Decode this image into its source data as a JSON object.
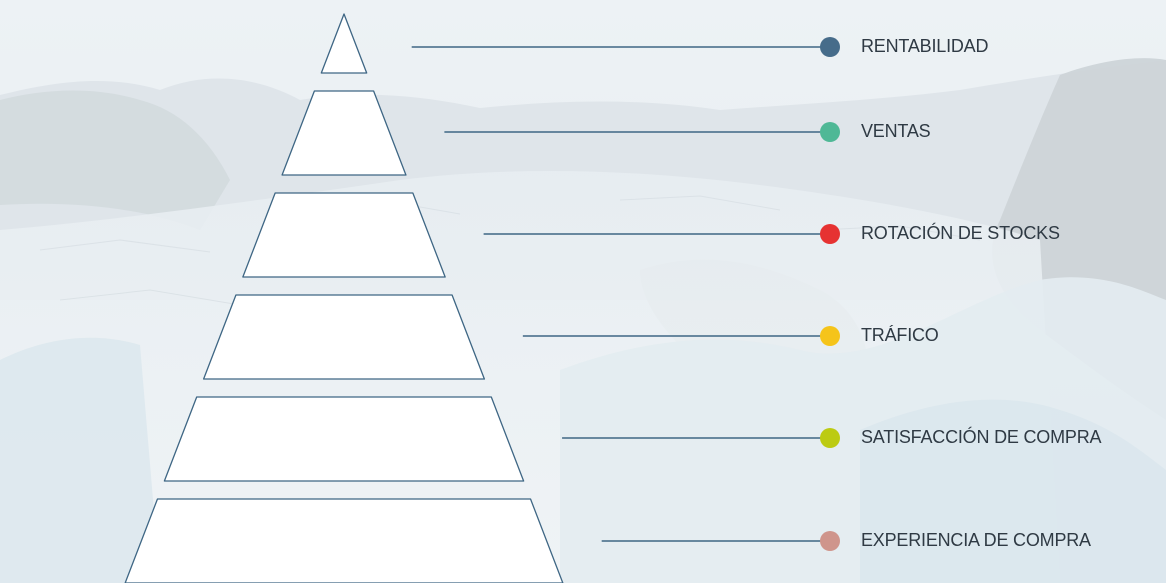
{
  "levels": [
    {
      "label": "RENTABILIDAD",
      "color": "#466c8a"
    },
    {
      "label": "VENTAS",
      "color": "#4fb896"
    },
    {
      "label": "ROTACIÓN DE STOCKS",
      "color": "#e63232"
    },
    {
      "label": "TRÁFICO",
      "color": "#f5c41a"
    },
    {
      "label": "SATISFACCIÓN DE COMPRA",
      "color": "#bccb12"
    },
    {
      "label": "EXPERIENCIA DE COMPRA",
      "color": "#cf958c"
    }
  ],
  "colors": {
    "line": "#3e6684",
    "pyramid_fill": "#ffffff",
    "pyramid_stroke": "#3e6684",
    "label_text": "#2f3a44"
  }
}
